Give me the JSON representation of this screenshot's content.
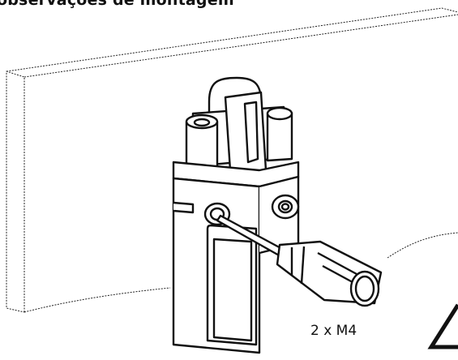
{
  "heading": "observações de montagem",
  "screw_label": "2 x M4",
  "icons": {
    "wall": "mounting-wall",
    "switch": "safety-switch",
    "screwdriver": "screwdriver-icon",
    "screws": "m4-screw-icon",
    "warning": "warning-triangle-icon"
  }
}
